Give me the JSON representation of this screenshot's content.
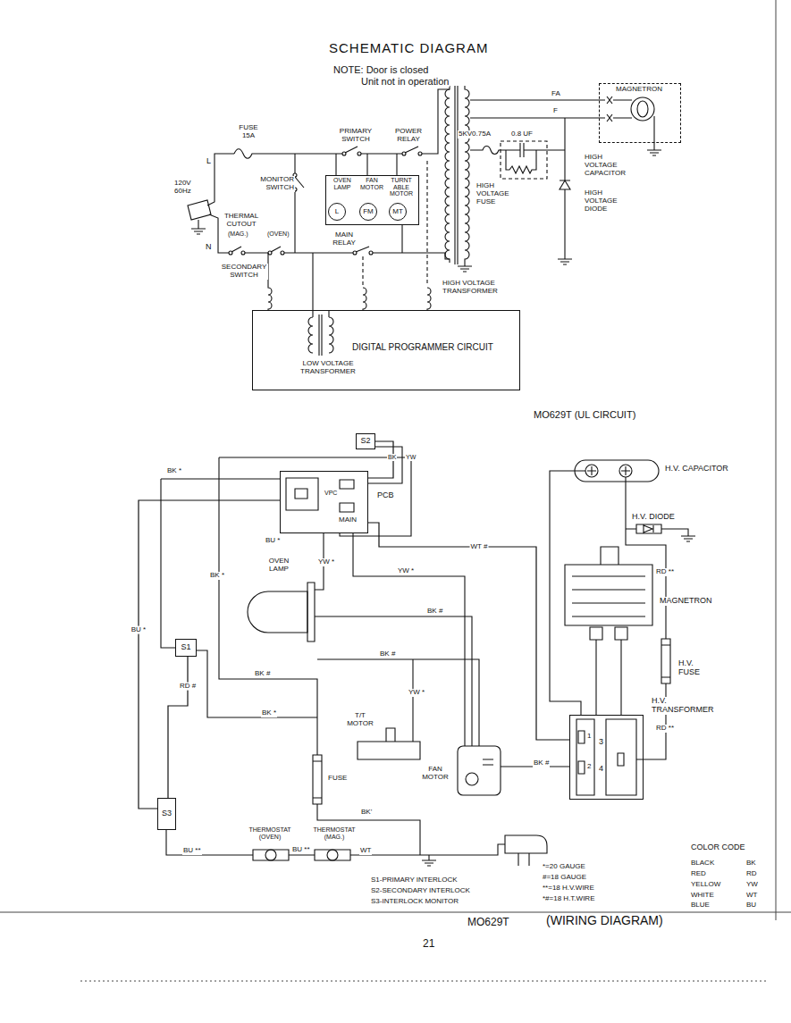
{
  "diagram": {
    "title": "SCHEMATIC DIAGRAM",
    "nodes": [
      {
        "text": [
          "MAGNETRON"
        ]
      },
      {
        "text": [
          "OVEN LAMP",
          "FAN MOTOR",
          "TURNT ABLE MOTOR"
        ]
      },
      {
        "text": [
          "L"
        ],
        "in": 1
      },
      {
        "text": [
          "FM"
        ],
        "in": 1
      },
      {
        "text": [
          "MT"
        ],
        "in": 1
      },
      {
        "text": [
          "DIGITAL PROGRAMMER CIRCUIT",
          "LOW VOLTAGE TRANSFORMER"
        ]
      },
      {
        "text": [
          "S2"
        ]
      },
      {
        "text": [
          "PCB"
        ]
      },
      {
        "text": [
          "S1"
        ]
      },
      {
        "text": [
          "H.V. TRANSFORMER"
        ]
      },
      {
        "text": [
          "S3"
        ]
      }
    ],
    "edges": [
      {
        "from": 6,
        "to": 7,
        "arrow": "none"
      },
      {
        "from": 7,
        "to": 9,
        "arrow": "none",
        "label": "WT #"
      },
      {
        "from": 8,
        "to": 10,
        "arrow": "none",
        "label": "RD #"
      },
      {
        "from": 10,
        "to": 7,
        "arrow": "none",
        "label": "BU *"
      }
    ],
    "labels": [
      "NOTE: Door is closed",
      "Unit not in operation",
      "FUSE 15A",
      "PRIMARY SWITCH",
      "POWER RELAY",
      "120V 60Hz",
      "L",
      "MONITOR SWITCH",
      "THERMAL CUTOUT",
      "(MAG.)",
      "(OVEN)",
      "N",
      "SECONDARY SWITCH",
      "MAIN RELAY",
      "FA",
      "F",
      "5KV0.75A",
      "0.8 UF",
      "HIGH VOLTAGE CAPACITOR",
      "HIGH VOLTAGE FUSE",
      "HIGH VOLTAGE DIODE",
      "HIGH VOLTAGE TRANSFORMER",
      "MO629T (UL CIRCUIT)",
      "BK *",
      "BK",
      "YW",
      "VPC",
      "MAIN",
      "H.V. CAPACITOR",
      "BU *",
      "H.V. DIODE",
      "OVEN LAMP",
      "YW *",
      "YW *",
      "BK #",
      "MAGNETRON",
      "BK *",
      "BK #",
      "BK #",
      "RD **",
      "BK *",
      "YW *",
      "H.V. FUSE",
      "RD **",
      "T/T MOTOR",
      "FAN MOTOR",
      "FUSE",
      "BK #",
      "1",
      "3",
      "2",
      "4",
      "BK'",
      "THERMOSTAT (OVEN)",
      "THERMOSTAT (MAG.)",
      "BU **",
      "BU **",
      "WT",
      "COLOR CODE",
      "BLACK",
      "BK",
      "RED",
      "RD",
      "YELLOW",
      "YW",
      "WHITE",
      "WT",
      "BLUE",
      "BU",
      "*=20 GAUGE",
      "#=18 GAUGE",
      "**=18 H.V.WIRE",
      "*#=18 H.T.WIRE",
      "S1-PRIMARY INTERLOCK",
      "S2-SECONDARY INTERLOCK",
      "S3-INTERLOCK MONITOR",
      "MO629T",
      "(WIRING DIAGRAM)",
      "21"
    ]
  }
}
